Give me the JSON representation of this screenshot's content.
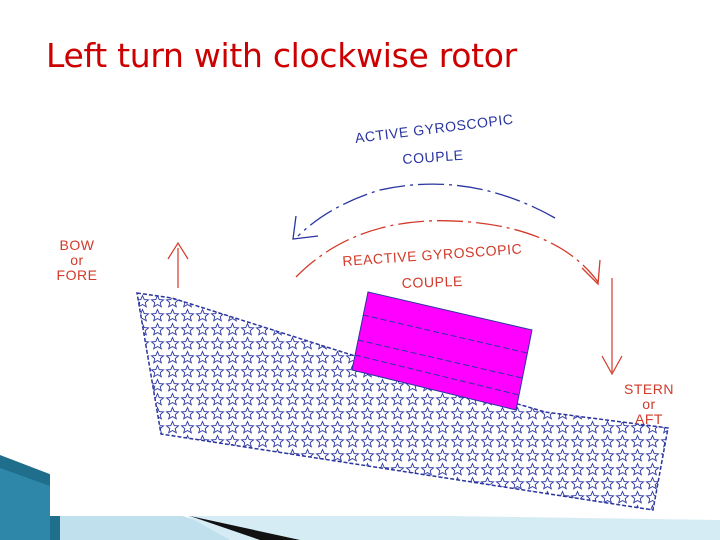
{
  "slide": {
    "title": "Left turn with clockwise rotor"
  },
  "labels": {
    "bow_line1": "BOW",
    "bow_line2": "or",
    "bow_line3": "FORE",
    "stern_line1": "STERN",
    "stern_line2": "or",
    "stern_line3": "AFT",
    "active_line1": "ACTIVE GYROSCOPIC",
    "active_line2": "COUPLE",
    "reactive_line1": "REACTIVE GYROSCOPIC",
    "reactive_line2": "COUPLE"
  },
  "colors": {
    "title": "#cc0000",
    "active_arc": "#2a35a0",
    "reactive_arc": "#d23a2a",
    "hull_pattern": "#2a35a0",
    "rotor_box": "#ff00ff",
    "accent_band": "#1f6e8c"
  }
}
